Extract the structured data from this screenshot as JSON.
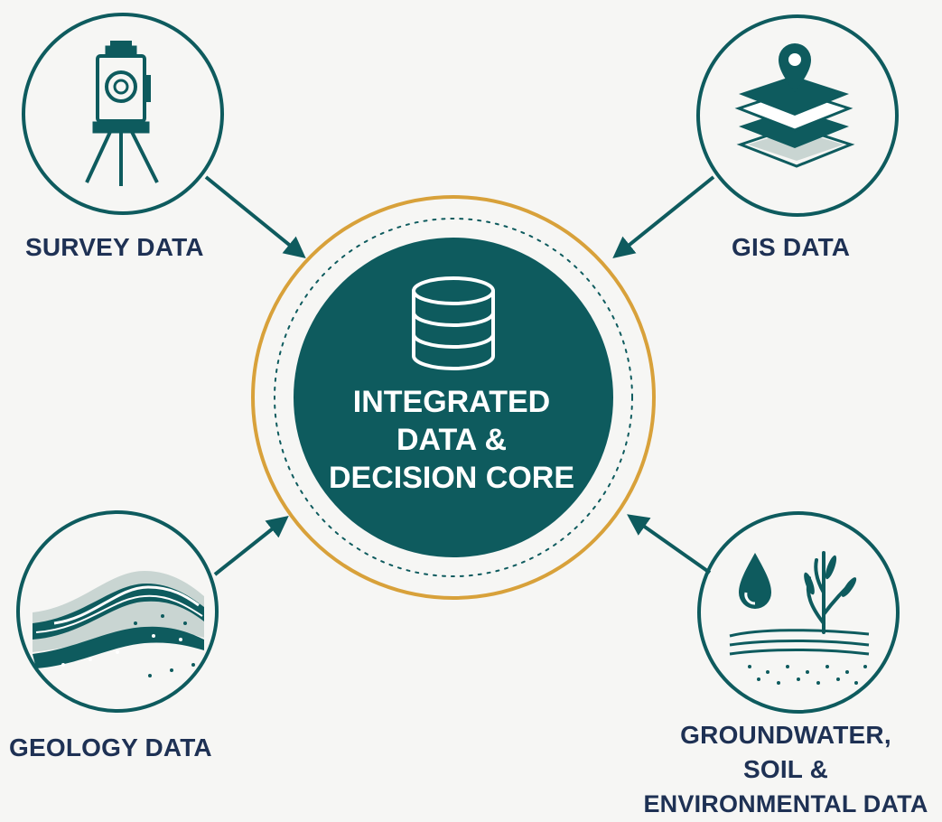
{
  "colors": {
    "background": "#f6f6f4",
    "teal": "#0e5b5e",
    "gold": "#d8a13a",
    "label_navy": "#1e3154",
    "core_text": "#ffffff"
  },
  "core": {
    "icon": "database-icon",
    "lines": [
      "INTEGRATED",
      "DATA &",
      "DECISION CORE"
    ]
  },
  "sources": {
    "survey": {
      "label": "SURVEY DATA",
      "icon": "total-station-icon"
    },
    "gis": {
      "label": "GIS DATA",
      "icon": "map-layers-pin-icon"
    },
    "geology": {
      "label": "GEOLOGY DATA",
      "icon": "rock-strata-icon"
    },
    "environmental": {
      "lines": [
        "GROUNDWATER,",
        "SOIL &",
        "ENVIRONMENTAL DATA"
      ],
      "icon": "water-plant-soil-icon"
    }
  }
}
